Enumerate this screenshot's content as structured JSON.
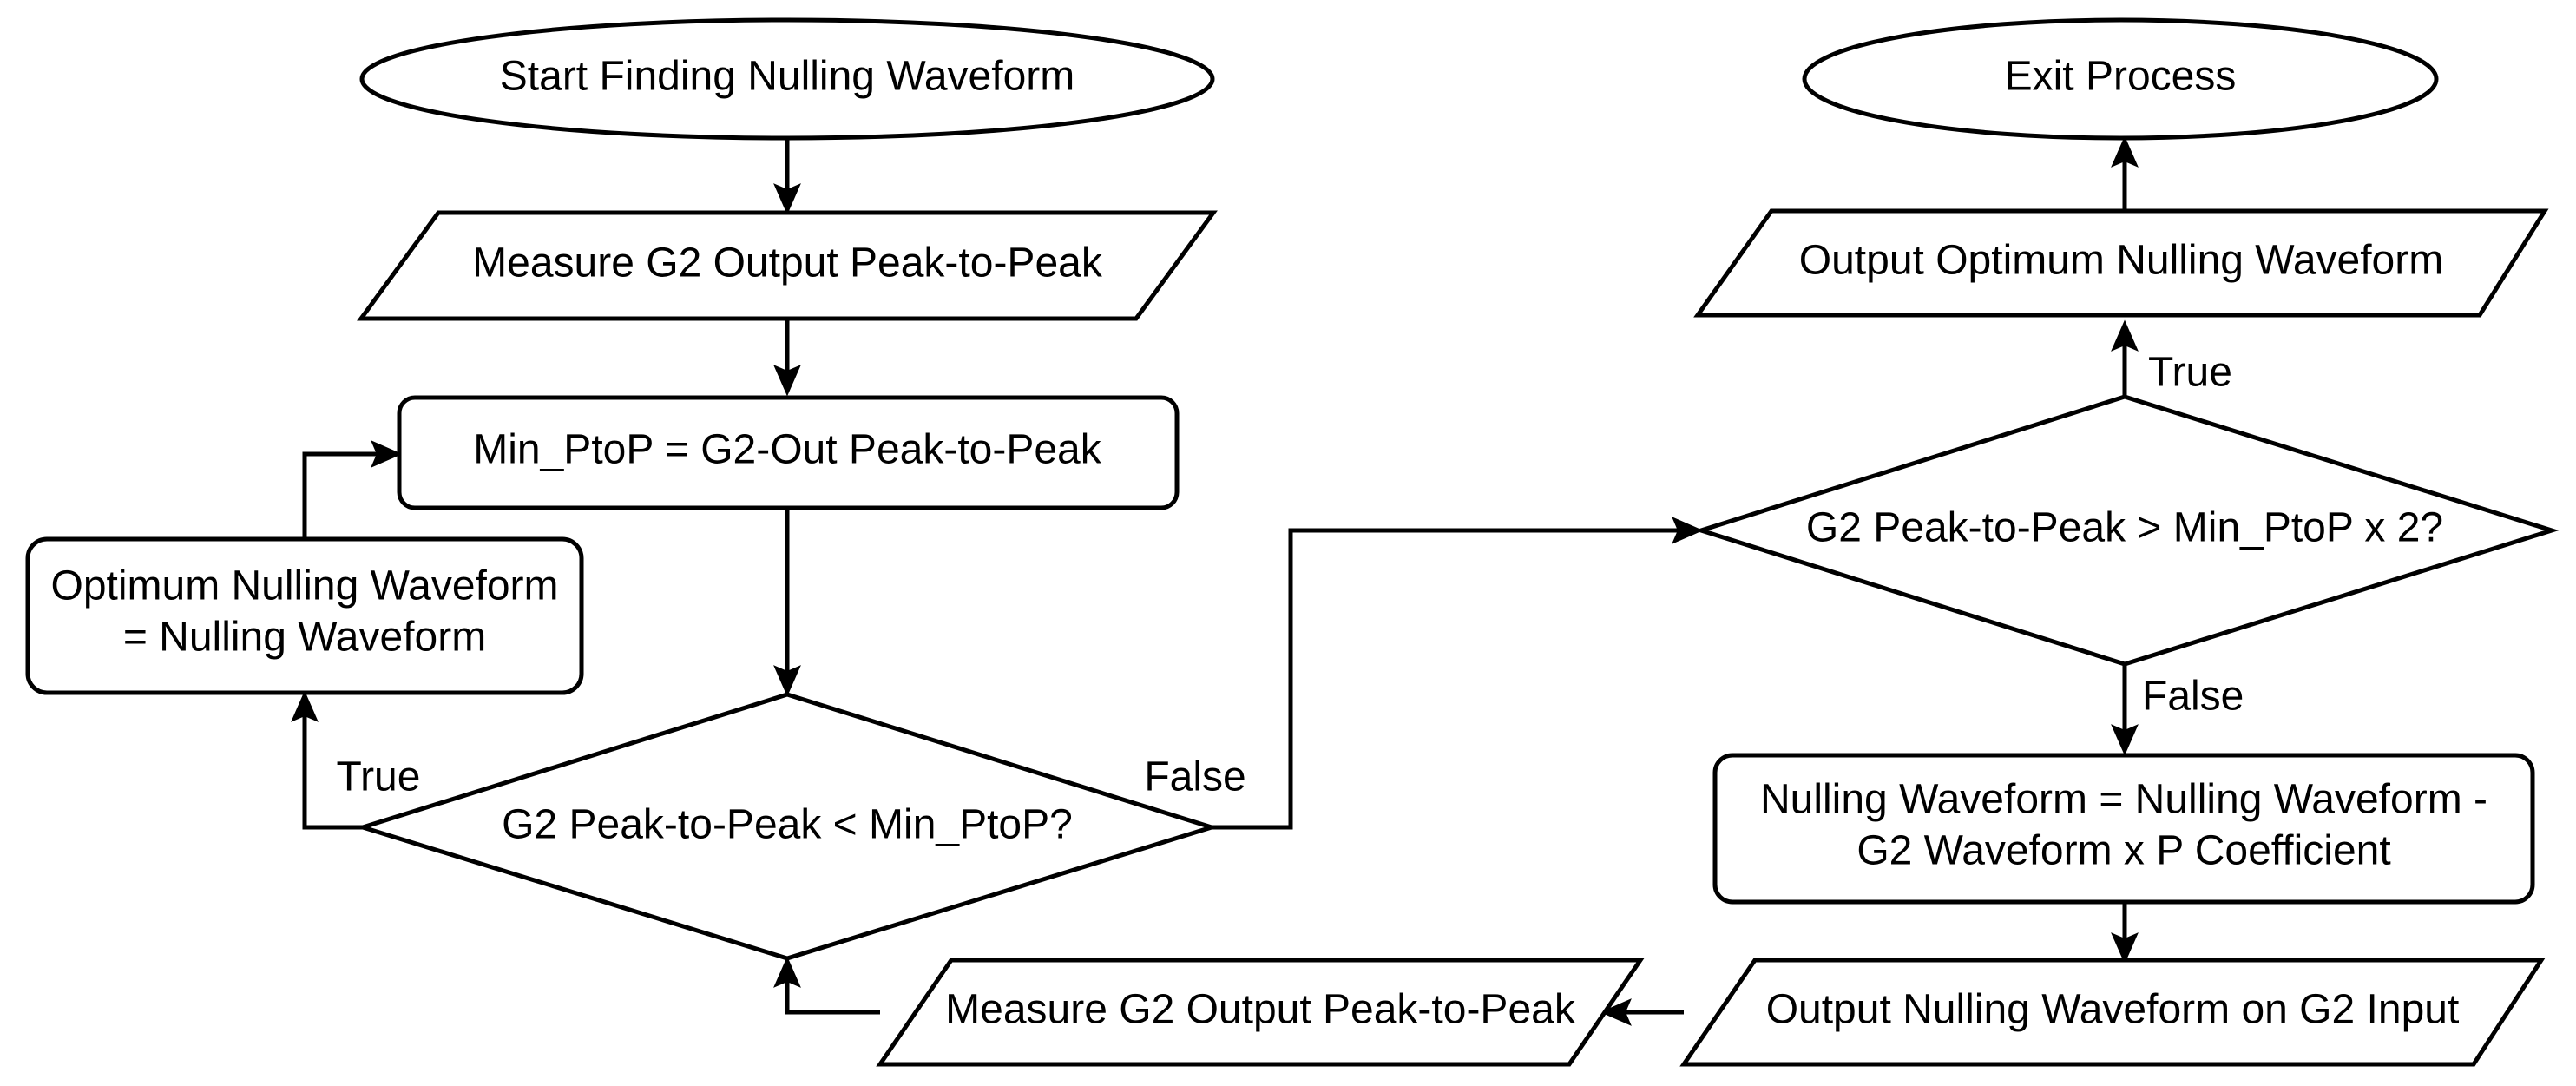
{
  "nodes": {
    "start": {
      "label": "Start Finding Nulling Waveform"
    },
    "measure_top": {
      "label": "Measure G2 Output Peak-to-Peak"
    },
    "set_min": {
      "label": "Min_PtoP = G2-Out Peak-to-Peak"
    },
    "optimum": {
      "line1": "Optimum Nulling Waveform",
      "line2": "= Nulling Waveform"
    },
    "decision_left": {
      "label": "G2 Peak-to-Peak < Min_PtoP?"
    },
    "measure_bottom": {
      "label": "Measure G2 Output Peak-to-Peak"
    },
    "exit": {
      "label": "Exit Process"
    },
    "output_optimum": {
      "label": "Output Optimum Nulling Waveform"
    },
    "decision_right": {
      "label": "G2 Peak-to-Peak > Min_PtoP x 2?"
    },
    "update": {
      "line1": "Nulling Waveform = Nulling Waveform -",
      "line2": "G2 Waveform x P Coefficient"
    },
    "output_nulling": {
      "label": "Output Nulling Waveform on G2 Input"
    }
  },
  "edge_labels": {
    "left_true": "True",
    "left_false": "False",
    "right_true": "True",
    "right_false": "False"
  }
}
